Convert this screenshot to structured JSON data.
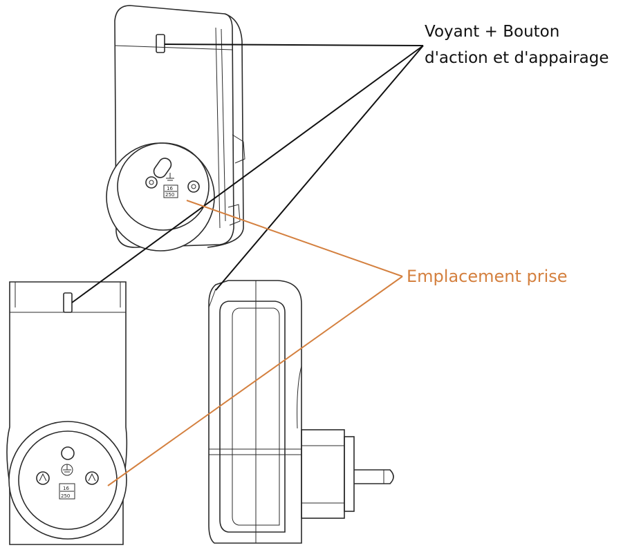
{
  "labels": {
    "button_line1": "Voyant + Bouton",
    "button_line2": "d'action et d'appairage",
    "socket": "Emplacement prise"
  },
  "rating": {
    "amps": "16",
    "volts": "250"
  },
  "colors": {
    "drawing": "#2a2a2a",
    "button_leader": "#111111",
    "socket_leader": "#d4803f"
  }
}
